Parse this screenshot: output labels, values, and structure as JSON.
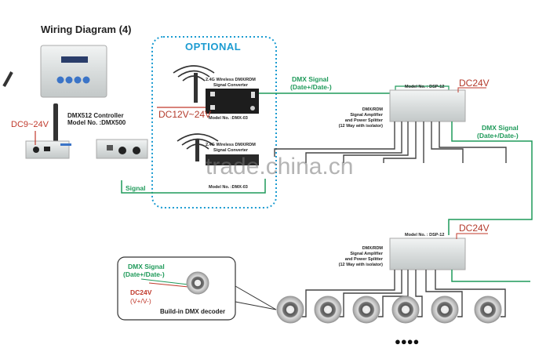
{
  "title": "Wiring Diagram (4)",
  "controller": {
    "name": "DMX512 Controller",
    "model": "Model No. :DMX500",
    "power_label": "DC9~24V"
  },
  "optional_box": {
    "label": "OPTIONAL",
    "power_label": "DC12V~24V",
    "converter_top": {
      "line1": "2.4G Wireless DMX/RDM",
      "line2": "Signal Converter",
      "model": "Model No. :DMX-03"
    },
    "converter_bottom": {
      "line1": "2.4G Wireless DMX/RDM",
      "line2": "Signal Converter",
      "model": "Model No. :DMX-03"
    }
  },
  "signal_label": "Signal",
  "dmx_signal": {
    "line1": "DMX Signal",
    "line2": "(Date+/Date-)"
  },
  "amplifier": {
    "model": "Model No. : DSP-12",
    "desc": [
      "DMX/RDM",
      "Signal Amplifier",
      "and Power Splitter",
      "(12 Way with isolator)"
    ],
    "power_label": "DC24V"
  },
  "decoder_callout": {
    "signal_line1": "DMX Signal",
    "signal_line2": "(Date+/Date-)",
    "power_line1": "DC24V",
    "power_line2": "(V+/V-)",
    "caption": "Build-in DMX decoder"
  },
  "ellipsis": "●●●●",
  "watermark": "trade.china.cn",
  "colors": {
    "signal": "#1f9a5a",
    "power": "#c0392b",
    "optional": "#1b9bd1",
    "wire": "#444444"
  }
}
